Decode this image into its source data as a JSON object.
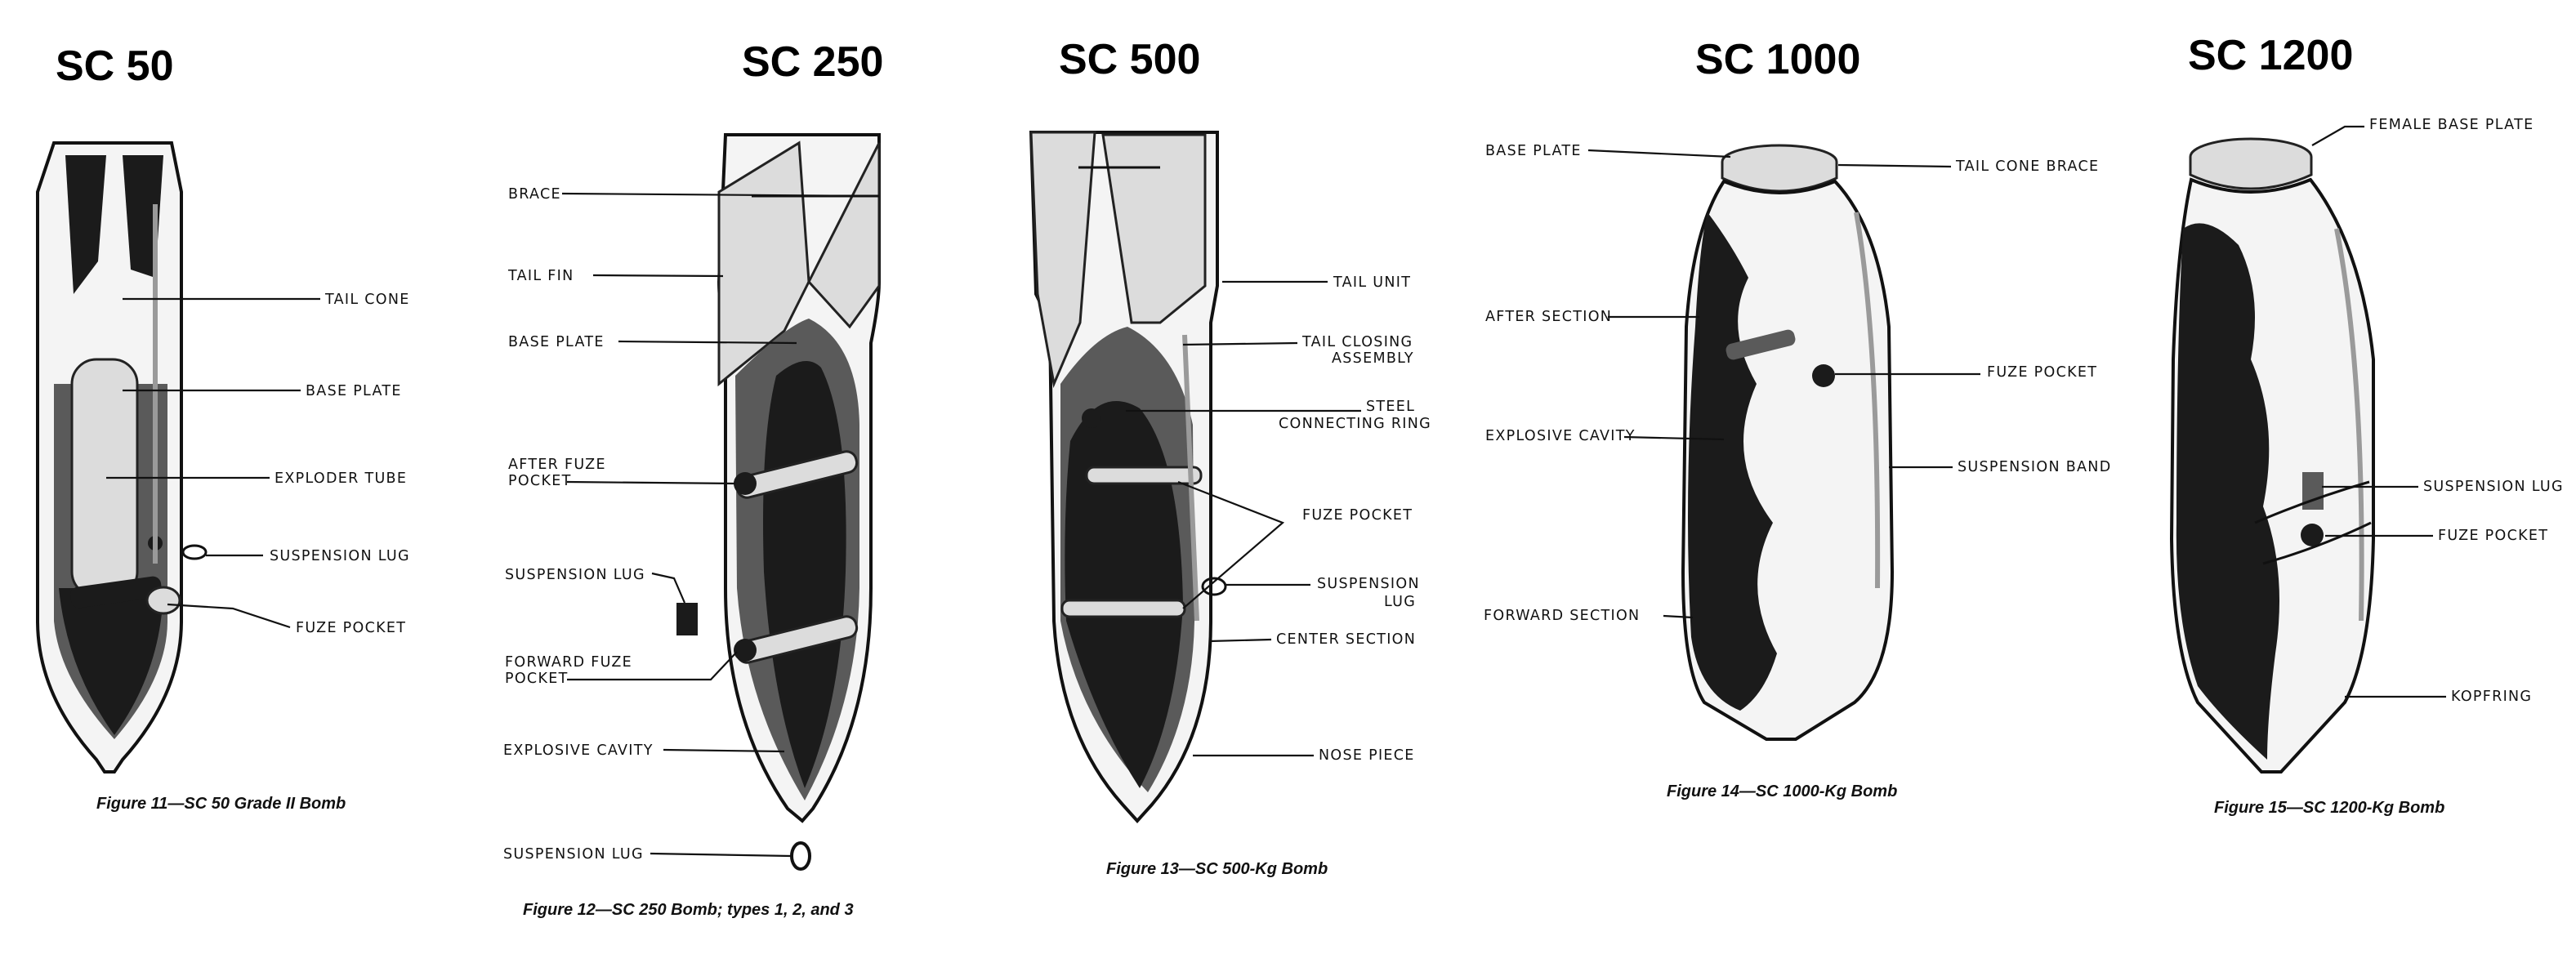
{
  "headings": {
    "sc50": "SC 50",
    "sc250": "SC 250",
    "sc500": "SC 500",
    "sc1000": "SC 1000",
    "sc1200": "SC 1200"
  },
  "sc50": {
    "labels": {
      "tail_cone": "TAIL CONE",
      "base_plate": "BASE PLATE",
      "exploder_tube": "EXPLODER TUBE",
      "suspension_lug": "SUSPENSION LUG",
      "fuze_pocket": "FUZE POCKET"
    },
    "caption": "Figure 11—SC 50 Grade II Bomb"
  },
  "sc250": {
    "labels": {
      "brace": "BRACE",
      "tail_fin": "TAIL FIN",
      "base_plate": "BASE PLATE",
      "after_fuze_pocket_1": "AFTER FUZE",
      "after_fuze_pocket_2": "POCKET",
      "suspension_lug": "SUSPENSION LUG",
      "forward_fuze_pocket_1": "FORWARD FUZE",
      "forward_fuze_pocket_2": "POCKET",
      "explosive_cavity": "EXPLOSIVE CAVITY",
      "suspension_lug_bottom": "SUSPENSION LUG"
    },
    "caption": "Figure 12—SC 250 Bomb; types 1, 2, and 3"
  },
  "sc500": {
    "labels": {
      "tail_unit": "TAIL UNIT",
      "tail_closing_1": "TAIL CLOSING",
      "tail_closing_2": "ASSEMBLY",
      "steel_ring_1": "STEEL",
      "steel_ring_2": "CONNECTING RING",
      "fuze_pocket": "FUZE POCKET",
      "suspension_lug_1": "SUSPENSION",
      "suspension_lug_2": "LUG",
      "center_section": "CENTER SECTION",
      "nose_piece": "NOSE PIECE"
    },
    "caption": "Figure 13—SC 500-Kg Bomb"
  },
  "sc1000": {
    "labels": {
      "base_plate": "BASE PLATE",
      "tail_cone_brace": "TAIL CONE BRACE",
      "after_section": "AFTER SECTION",
      "fuze_pocket": "FUZE POCKET",
      "explosive_cavity": "EXPLOSIVE CAVITY",
      "suspension_band": "SUSPENSION BAND",
      "forward_section": "FORWARD SECTION"
    },
    "caption": "Figure 14—SC 1000-Kg Bomb"
  },
  "sc1200": {
    "labels": {
      "female_base_plate": "FEMALE BASE PLATE",
      "suspension_lug": "SUSPENSION LUG",
      "fuze_pocket": "FUZE POCKET",
      "kopfring": "KOPFRING"
    },
    "caption": "Figure 15—SC 1200-Kg Bomb"
  }
}
